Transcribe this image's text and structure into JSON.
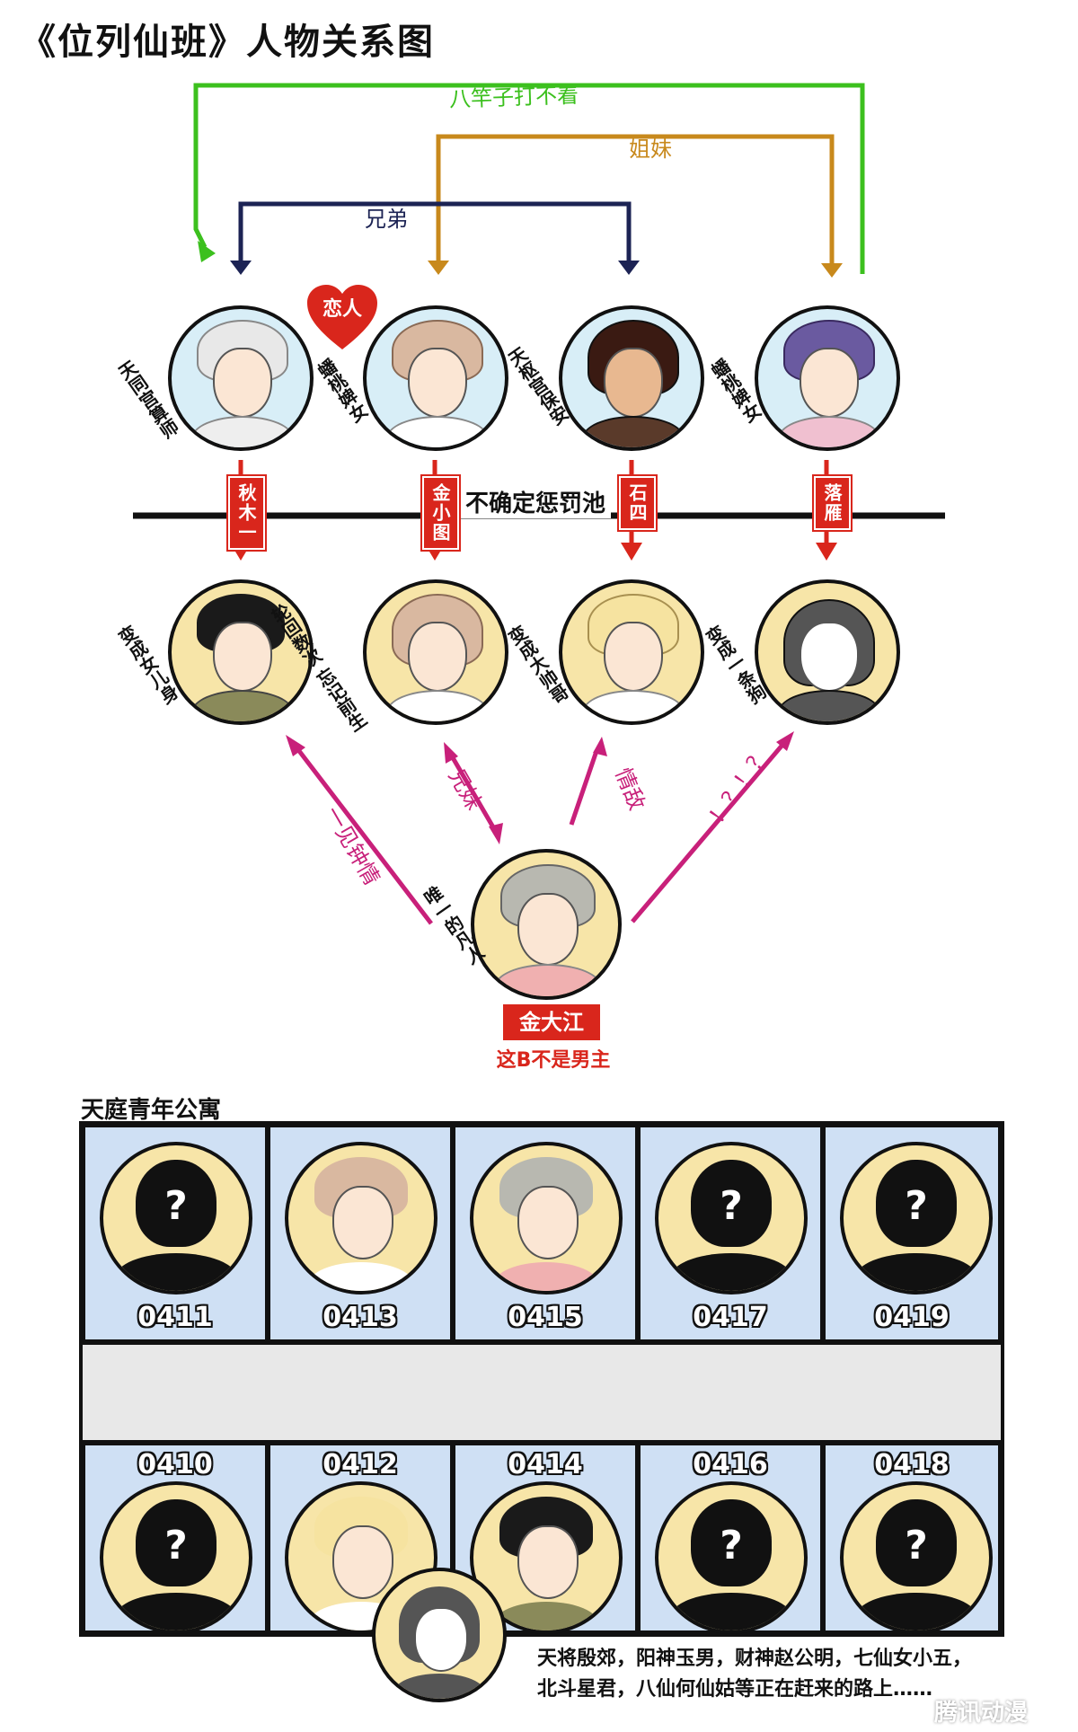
{
  "title": "《位列仙班》人物关系图",
  "relations_top": {
    "green": "八竿子打不着",
    "orange": "姐妹",
    "navy": "兄弟"
  },
  "heart_label": "恋人",
  "top_characters": [
    {
      "label": "天同宫算师"
    },
    {
      "label": "蟠桃婢女"
    },
    {
      "label": "天枢宫保安"
    },
    {
      "label": "蟠桃婢女"
    }
  ],
  "pool_label": "不确定惩罚池",
  "reincarnation_tags": [
    "秋木一",
    "金小图",
    "石四",
    "落雁"
  ],
  "bottom_characters": [
    {
      "label": "变成女儿身"
    },
    {
      "label": "轮回数次 忘记前生"
    },
    {
      "label": "变成大帅哥"
    },
    {
      "label": "变成一条狗"
    }
  ],
  "relations_center": {
    "left": "一见钟情",
    "mid_left": "兄妹",
    "mid_right": "情敌",
    "right": "！？！？"
  },
  "center_character": {
    "label": "唯一的凡人",
    "name": "金大江",
    "subtitle": "这B不是男主"
  },
  "apartment": {
    "title": "天庭青年公寓",
    "top_rooms": [
      {
        "number": "0411",
        "unknown": "?"
      },
      {
        "number": "0413",
        "unknown": ""
      },
      {
        "number": "0415",
        "unknown": ""
      },
      {
        "number": "0417",
        "unknown": "?"
      },
      {
        "number": "0419",
        "unknown": "?"
      }
    ],
    "bottom_rooms": [
      {
        "number": "0410",
        "unknown": "?"
      },
      {
        "number": "0412",
        "unknown": ""
      },
      {
        "number": "0414",
        "unknown": ""
      },
      {
        "number": "0416",
        "unknown": "?"
      },
      {
        "number": "0418",
        "unknown": "?"
      }
    ]
  },
  "note_lines": [
    "天将殷郊，阳神玉男，财神赵公明，七仙女小五，",
    "北斗星君，八仙何仙姑等正在赶来的路上……"
  ],
  "watermark": "腾讯动漫",
  "colors": {
    "green": "#3cc01e",
    "orange": "#c8891c",
    "navy": "#1c2354",
    "red": "#d9261c",
    "magenta": "#c8207a"
  }
}
